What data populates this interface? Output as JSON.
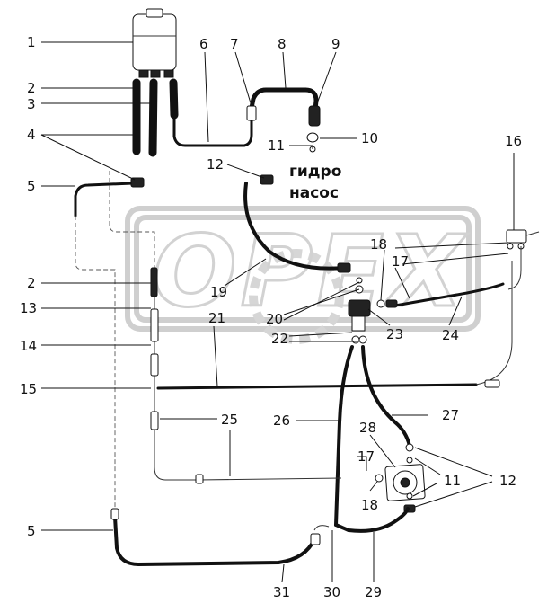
{
  "pump_label": {
    "line1": "гидро",
    "line2": "насос"
  },
  "watermark": {
    "text": "OPEX"
  },
  "callouts": {
    "c1": "1",
    "c2a": "2",
    "c3": "3",
    "c4": "4",
    "c5a": "5",
    "c6": "6",
    "c7": "7",
    "c8": "8",
    "c9": "9",
    "c10": "10",
    "c11a": "11",
    "c12a": "12",
    "c16": "16",
    "c18a": "18",
    "c17a": "17",
    "c19": "19",
    "c2b": "2",
    "c13": "13",
    "c20": "20",
    "c21": "21",
    "c22": "22",
    "c23": "23",
    "c24": "24",
    "c14": "14",
    "c15": "15",
    "c25": "25",
    "c26": "26",
    "c27": "27",
    "c28": "28",
    "c17b": "17",
    "c11b": "11",
    "c12b": "12",
    "c18b": "18",
    "c5b": "5",
    "c31": "31",
    "c30": "30",
    "c29": "29"
  }
}
